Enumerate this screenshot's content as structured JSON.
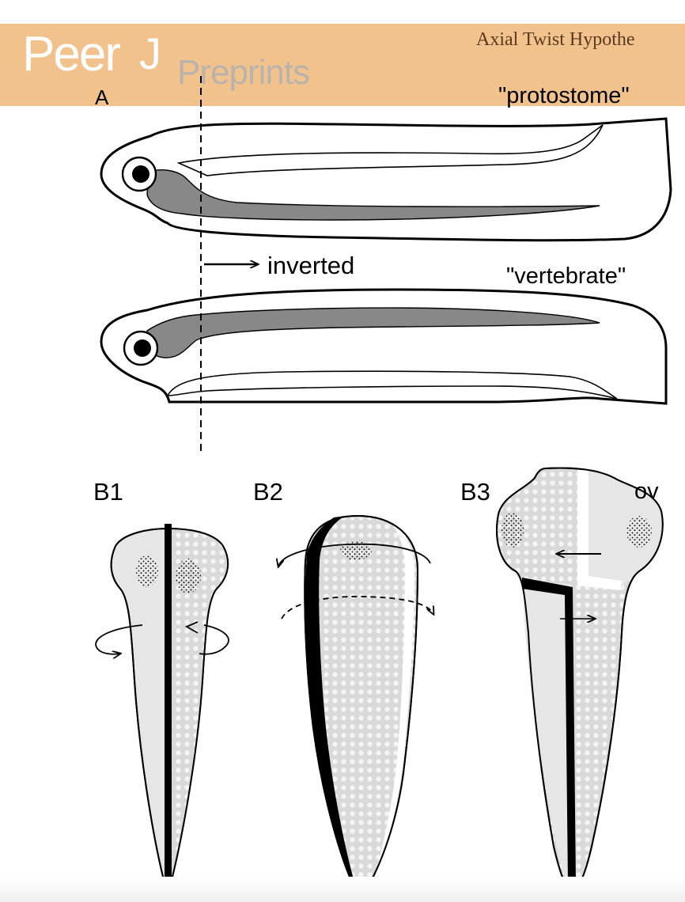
{
  "header": {
    "logo_peer": "Peer",
    "logo_j": "J",
    "logo_preprints": "Preprints",
    "running_title": "Axial Twist Hypothe"
  },
  "figure": {
    "panel_a": {
      "label": "A",
      "top_caption": "\"protostome\"",
      "arrow_caption": "inverted",
      "bottom_caption": "\"vertebrate\""
    },
    "panel_b": {
      "b1_label": "B1",
      "b2_label": "B2",
      "b3_label": "B3",
      "ov_label": "ov"
    }
  },
  "colors": {
    "banner": "#f2c28d",
    "logo_text": "#ffffff",
    "logo_preprints": "#b9b3ab",
    "running_title": "#5a3a1e",
    "gut_fill": "#888888",
    "body_fill": "#e6e6e6"
  }
}
